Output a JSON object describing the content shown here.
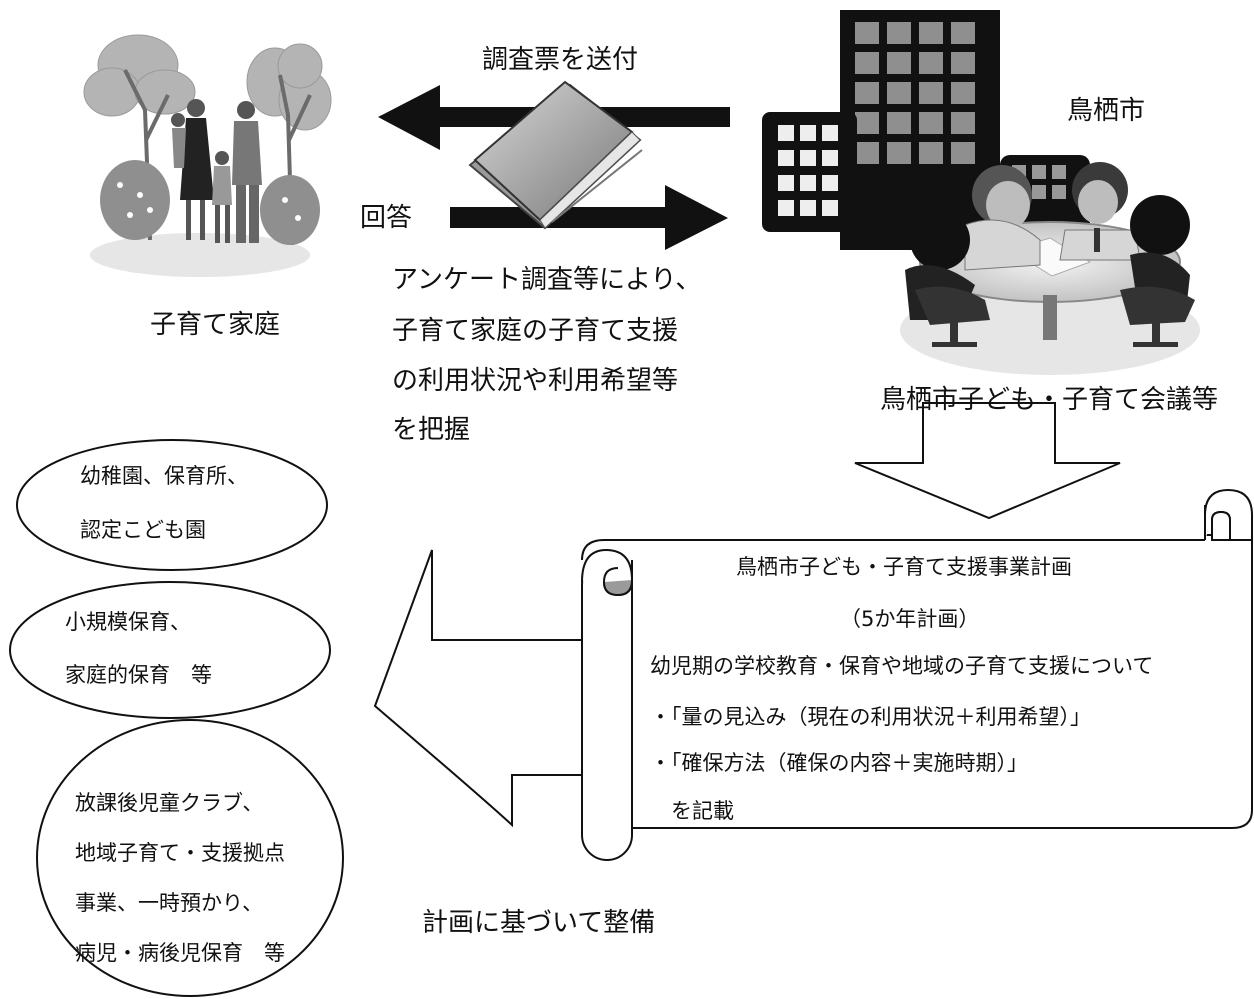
{
  "labels": {
    "send_survey": "調査票を送付",
    "answer": "回答",
    "family": "子育て家庭",
    "city": "鳥栖市",
    "council": "鳥栖市子ども・子育て会議等",
    "survey_desc": [
      "アンケート調査等により、",
      "子育て家庭の子育て支援",
      "の利用状況や利用希望等",
      "を把握"
    ],
    "develop": "計画に基づいて整備"
  },
  "scroll": {
    "title": "鳥栖市子ども・子育て支援事業計画",
    "subtitle": "（5か年計画）",
    "lines": [
      "幼児期の学校教育・保育や地域の子育て支援について",
      "・「量の見込み（現在の利用状況＋利用希望）」",
      "・「確保方法（確保の内容＋実施時期）」",
      "　を記載"
    ]
  },
  "facilities": [
    {
      "lines": [
        "幼稚園、保育所、",
        "認定こども園"
      ]
    },
    {
      "lines": [
        "小規模保育、",
        "家庭的保育　等"
      ]
    },
    {
      "lines": [
        "放課後児童クラブ、",
        "地域子育て・支援拠点",
        "事業、一時預かり、",
        "病児・病後児保育　等"
      ]
    }
  ]
}
